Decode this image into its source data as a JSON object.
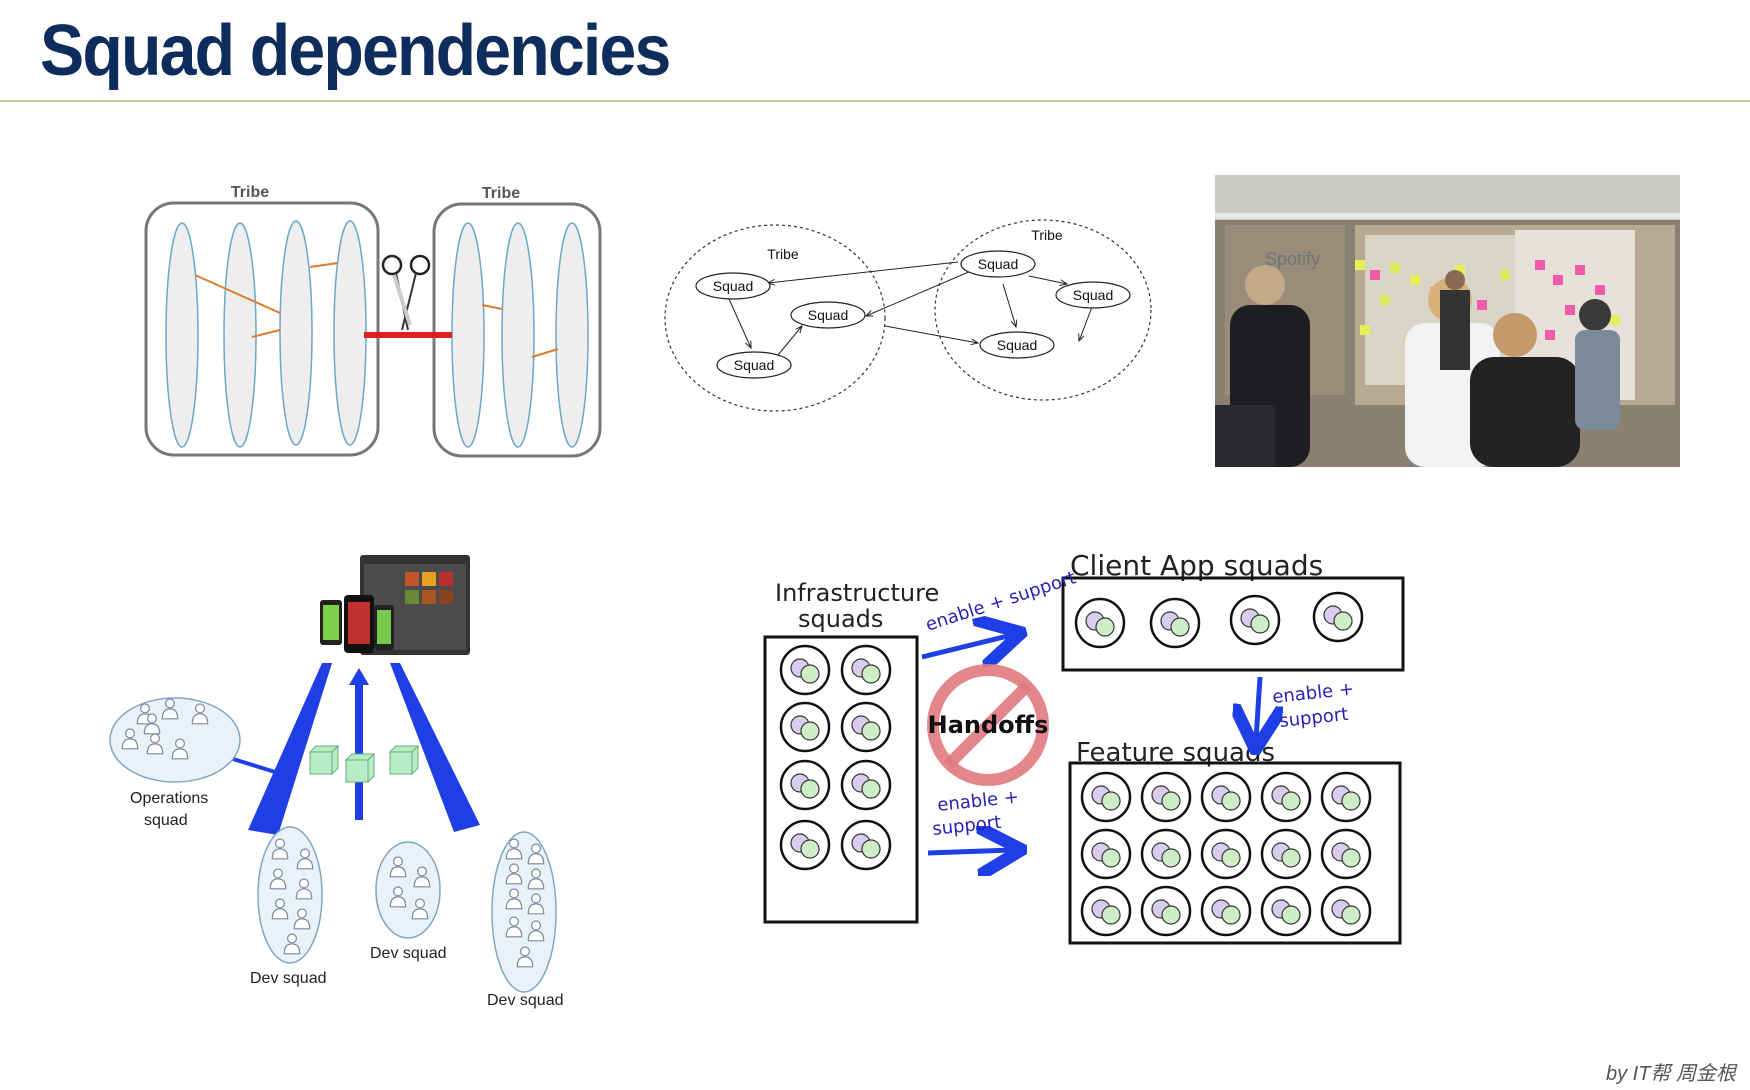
{
  "title": "Squad dependencies",
  "footer": "by IT帮 周金根",
  "colors": {
    "title": "#0f2d5c",
    "rule": "#c9cfa2",
    "tribe_border": "#777777",
    "lane_fill": "#eeeeee",
    "lane_stroke": "#6aa8c9",
    "dependency_line": "#e07a2b",
    "cut_line": "#e02020",
    "arrow_blue": "#1f3fe6",
    "handoff_red": "#e07a80",
    "squad_oval_stroke": "#7fa7c4",
    "squad_oval_fill": "#eaf1f7",
    "cube": "#b8ecc4",
    "hand_ink": "#2a1fb3"
  },
  "panel1": {
    "tribe_left_label": "Tribe",
    "tribe_right_label": "Tribe",
    "scissors": "scissors-icon"
  },
  "panel2": {
    "tribe_left_label": "Tribe",
    "tribe_right_label": "Tribe",
    "squad_label": "Squad"
  },
  "panel3": {
    "image": "team-standup-photo",
    "wall_sign": "Spotify"
  },
  "panel4": {
    "device_image": "devices-icon",
    "operations_label_line1": "Operations",
    "operations_label_line2": "squad",
    "dev_squad_left": "Dev squad",
    "dev_squad_middle": "Dev squad",
    "dev_squad_right": "Dev squad"
  },
  "panel5": {
    "infra_label_line1": "Infrastructure",
    "infra_label_line2": "squads",
    "client_label": "Client App squads",
    "feature_label": "Feature squads",
    "enable_support_top": "enable + support",
    "enable_support_right_line1": "enable +",
    "enable_support_right_line2": "support",
    "enable_support_bottom_line1": "enable +",
    "enable_support_bottom_line2": "support",
    "handoffs": "Handoffs"
  }
}
